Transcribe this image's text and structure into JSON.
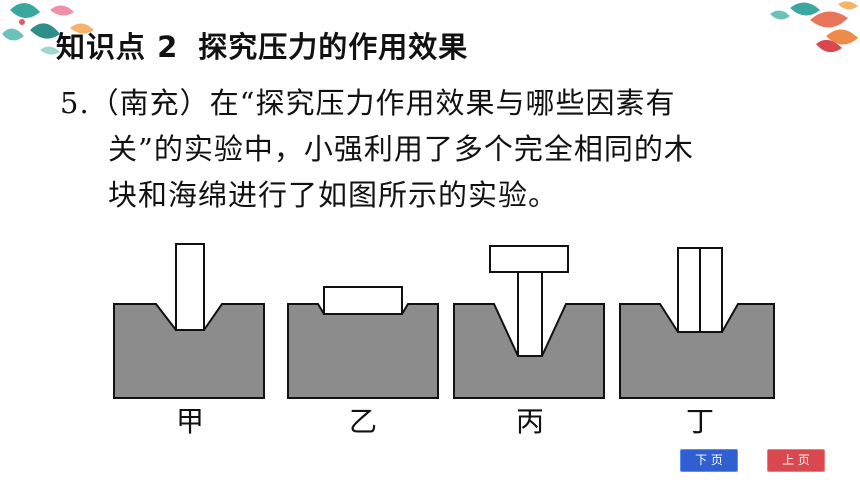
{
  "heading": {
    "number": "知识点 2",
    "title": "探究压力的作用效果"
  },
  "question": {
    "line1": "5.（南充）在“探究压力作用效果与哪些因素有",
    "line2": "关”的实验中，小强利用了多个完全相同的木",
    "line3": "块和海绵进行了如图所示的实验。"
  },
  "figure": {
    "labels": [
      "甲",
      "乙",
      "丙",
      "丁"
    ]
  },
  "nav": {
    "next_label": "下 页",
    "prev_label": "上 页"
  },
  "colors": {
    "sponge": "#8c8c8c",
    "block": "#ffffff",
    "outline": "#111111",
    "next_button": "#2f5fd0",
    "prev_button": "#d9474f"
  }
}
